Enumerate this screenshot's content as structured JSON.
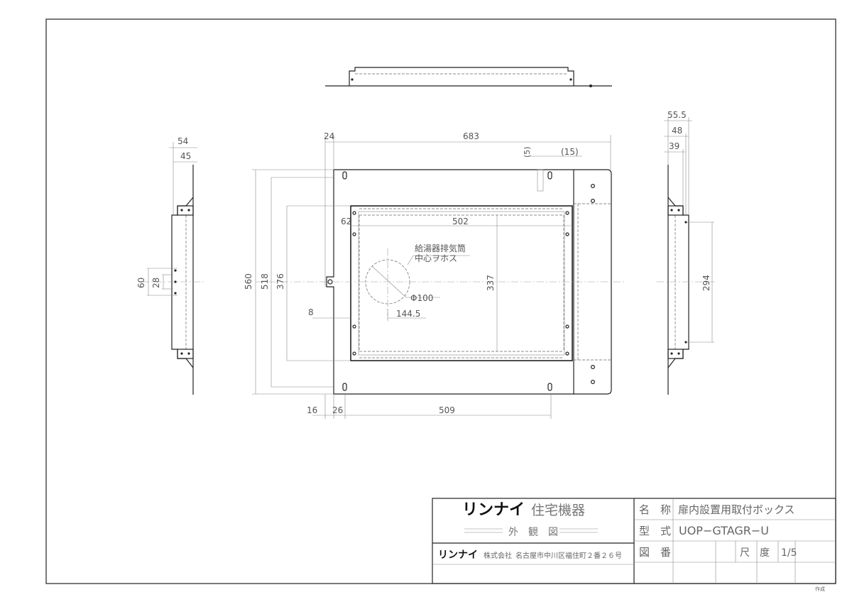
{
  "dimensions": {
    "top_width": "683",
    "top_offset": "24",
    "bracket_5": "(5)",
    "bracket_15": "(15)",
    "inner_width": "502",
    "inner_offset": "62",
    "outer_height": "560",
    "mid_height": "518",
    "inner_height": "376",
    "opening_height": "337",
    "left_gap": "8",
    "pipe_offset": "144.5",
    "pipe_diameter": "Φ100",
    "bottom_left": "16",
    "bottom_26": "26",
    "bottom_width": "509",
    "left_54": "54",
    "left_45": "45",
    "left_60": "60",
    "left_28": "28",
    "right_55_5": "55.5",
    "right_48": "48",
    "right_39": "39",
    "right_294": "294"
  },
  "annotation": {
    "line1": "給湯器排気筒",
    "line2": "中心ヲホス"
  },
  "title_block": {
    "brand": "リンナイ",
    "brand_sub": "住宅機器",
    "view_label": "外　観　図",
    "company_brand": "リンナイ",
    "company_suffix": "株式会社",
    "address": "名古屋市中川区福住町２番２６号",
    "name_label": "名　称",
    "name_value": "扉内設置用取付ボックス",
    "model_label": "型　式",
    "model_value": "UOP−GTAGR−U",
    "drawing_label": "図　番",
    "scale_label": "尺　度",
    "scale_value": "1/5"
  },
  "corner_note": "作成"
}
